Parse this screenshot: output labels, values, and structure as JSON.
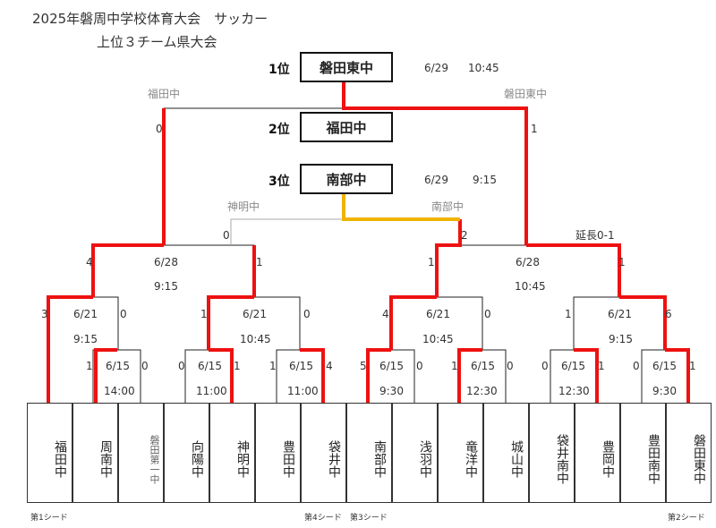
{
  "header": {
    "title": "2025年磐周中学校体育大会　サッカー",
    "subtitle": "上位３チーム県大会"
  },
  "ranking": [
    {
      "place": "1位",
      "team": "磐田東中",
      "date": "6/29",
      "time": "10:45"
    },
    {
      "place": "2位",
      "team": "福田中",
      "date": "",
      "time": ""
    },
    {
      "place": "3位",
      "team": "南部中",
      "date": "6/29",
      "time": "9:15"
    }
  ],
  "finals": {
    "final_left_team": "福田中",
    "final_left_score": "0",
    "final_right_team": "磐田東中",
    "final_right_score": "1",
    "third_left_team": "神明中",
    "third_left_score": "0",
    "third_right_team": "南部中",
    "third_right_score": "2",
    "extra_time": "延長0-1"
  },
  "semis": [
    {
      "date": "6/28",
      "time": "9:15",
      "left_score": "4",
      "right_score": "1"
    },
    {
      "date": "6/28",
      "time": "10:45",
      "left_score": "1",
      "right_score": "1"
    }
  ],
  "quarters": [
    {
      "date": "6/21",
      "time": "9:15",
      "left_score": "3",
      "right_score": "0"
    },
    {
      "date": "6/21",
      "time": "10:45",
      "left_score": "1",
      "right_score": "0"
    },
    {
      "date": "6/21",
      "time": "10:45",
      "left_score": "4",
      "right_score": "0"
    },
    {
      "date": "6/21",
      "time": "9:15",
      "left_score": "1",
      "right_score": "6"
    }
  ],
  "first_round": [
    {
      "date": "6/15",
      "time": "14:00",
      "left_score": "1",
      "right_score": "0"
    },
    {
      "date": "6/15",
      "time": "11:00",
      "left_score": "0",
      "right_score": "1"
    },
    {
      "date": "6/15",
      "time": "11:00",
      "left_score": "1",
      "right_score": "4"
    },
    {
      "date": "6/15",
      "time": "9:30",
      "left_score": "5",
      "right_score": "0"
    },
    {
      "date": "6/15",
      "time": "12:30",
      "left_score": "1",
      "right_score": "0"
    },
    {
      "date": "6/15",
      "time": "12:30",
      "left_score": "0",
      "right_score": "1"
    },
    {
      "date": "6/15",
      "time": "9:30",
      "left_score": "0",
      "right_score": "1"
    }
  ],
  "teams": [
    "福田中",
    "周南中",
    "磐田第一中",
    "向陽中",
    "神明中",
    "豊田中",
    "袋井中",
    "南部中",
    "浅羽中",
    "竜洋中",
    "城山中",
    "袋井南中",
    "豊岡中",
    "豊田南中",
    "磐田東中"
  ],
  "seeds": [
    "第1シード",
    "第4シード",
    "第3シード",
    "第2シード"
  ],
  "colors": {
    "win": "#ee1111",
    "third": "#f0b400",
    "line": "#222222",
    "loser_line": "#aaaaaa"
  }
}
